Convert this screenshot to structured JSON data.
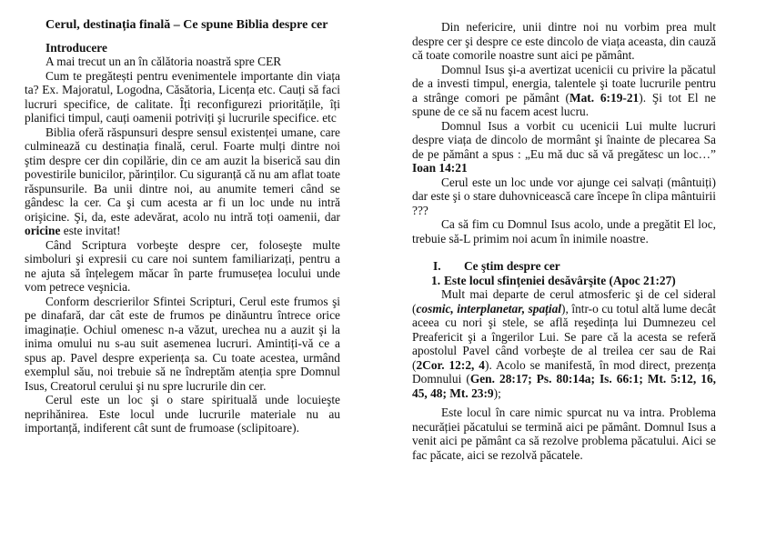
{
  "left": {
    "title": "Cerul, destinația finală – Ce spune Biblia despre cer",
    "heading": "Introducere",
    "p1": "A mai trecut un an în călătoria noastră spre CER",
    "p2": "Cum te pregătești pentru evenimentele importante din viața ta? Ex. Majoratul, Logodna, Căsătoria, Licența etc. Cauți să faci lucruri specifice, de calitate. Îți reconfigurezi prioritățile, îți planifici timpul, cauți oamenii potriviți şi lucrurile specifice. etc",
    "p3a": "Biblia oferă răspunsuri despre sensul existenței umane, care culminează cu destinația finală, cerul. Foarte mulți dintre noi ştim despre cer din copilărie, din ce am auzit la biserică sau din povestirile bunicilor, părinților. Cu siguranță că nu am aflat toate răspunsurile. Ba unii dintre noi, au anumite temeri când se gândesc la cer. Ca şi cum acesta ar fi un loc unde nu intră orişicine. Şi, da, este adevărat, acolo nu intră toți oamenii, dar ",
    "p3b": "oricine",
    "p3c": " este invitat!",
    "p4": "Când Scriptura vorbeşte despre cer, foloseşte multe simboluri şi expresii cu care noi suntem familiarizați, pentru a ne ajuta să înțelegem măcar în parte frumusețea locului unde vom petrece veşnicia.",
    "p5": "Conform descrierilor Sfintei Scripturi, Cerul este frumos şi pe dinafară, dar cât este de frumos pe dinăuntru întrece orice imaginație. Ochiul omenesc n-a văzut, urechea nu a auzit şi la inima omului nu s-au suit asemenea lucruri. Amintiți-vă ce a spus ap. Pavel despre experiența sa. Cu toate acestea, urmând exemplul său, noi trebuie să ne îndreptăm atenția spre Domnul Isus, Creatorul cerului şi nu spre lucrurile din cer.",
    "p6": "Cerul este un loc şi o stare spirituală unde locuieşte neprihănirea. Este locul unde lucrurile materiale nu au importanță, indiferent cât sunt de frumoase (sclipitoare)."
  },
  "right": {
    "p1": "Din nefericire, unii dintre noi nu vorbim prea mult despre cer şi despre ce este dincolo de viața aceasta, din cauză că toate comorile noastre sunt aici pe pământ.",
    "p2a": "Domnul Isus şi-a avertizat ucenicii cu privire la păcatul de a investi timpul, energia, talentele şi toate lucrurile pentru a strânge comori pe pământ (",
    "p2b": "Mat. 6:19-21",
    "p2c": "). Şi tot El ne spune de ce să nu facem acest lucru.",
    "p3a": "Domnul Isus a vorbit cu ucenicii Lui multe lucruri despre viața de dincolo de mormânt şi înainte de plecarea Sa de pe pământ a spus : „Eu mă duc să vă pregătesc un loc…” ",
    "p3b": "Ioan 14:21",
    "p4": "Cerul este un loc unde vor ajunge cei salvați (mântuiți) dar este şi o stare duhovnicească care începe în clipa mântuirii ???",
    "p5": "Ca să fim cu Domnul Isus acolo, unde a pregătit El loc, trebuie să-L primim noi acum în inimile noastre.",
    "section_num": "I.",
    "section_title": "Ce ştim despre cer",
    "sub_num": "1.",
    "sub_title": "Este locul sfințeniei desăvârşite (Apoc 21:27)",
    "p6a": "Mult mai departe de cerul atmosferic şi de cel sideral (",
    "p6i1": "cosmic, interplanetar, spațial",
    "p6b": "), într-o cu totul altă lume decât aceea cu nori şi stele, se află reşedința lui Dumnezeu cel Preafericit şi a îngerilor Lui. Se pare că la acesta se referă apostolul Pavel când vorbeşte de al treilea cer sau de Rai (",
    "p6r1": "2Cor. 12:2, 4",
    "p6c": "). Acolo se manifestă, în mod direct, prezența Domnului (",
    "p6r2": "Gen. 28:17; Ps. 80:14a; Is. 66:1; Mt. 5:12, 16, 45, 48; Mt. 23:9",
    "p6d": ");",
    "p7": "Este locul în care nimic spurcat nu va intra. Problema necurăției păcatului se termină aici pe pământ. Domnul Isus a venit aici pe pământ ca să rezolve problema păcatului. Aici se fac păcate, aici se rezolvă păcatele."
  }
}
